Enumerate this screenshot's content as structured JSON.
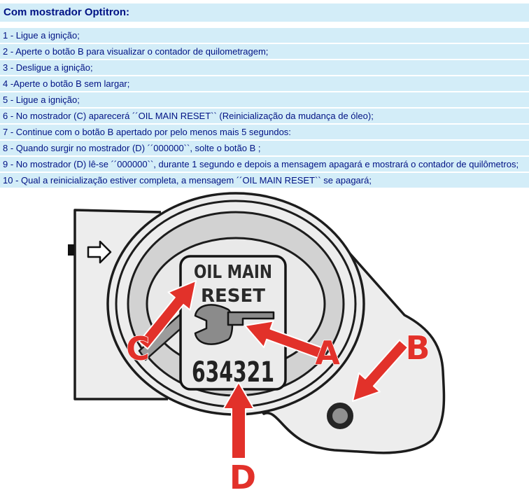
{
  "title": "Com mostrador Optitron:",
  "steps": [
    "1 - Ligue a ignição;",
    "2 - Aperte o botão B para visualizar o contador de quilometragem;",
    "3 - Desligue a ignição;",
    "4 -Aperte o botão B sem largar;",
    "5 - Ligue a ignição;",
    "6 - No mostrador (C) aparecerá ´´OIL MAIN RESET`` (Reinicialização da mudança de óleo);",
    "7 - Continue com o botão B apertado por pelo menos mais 5 segundos:",
    "8 - Quando surgir no mostrador (D) ´´000000``, solte o botão B ;",
    "9 -  No mostrador (D) lê-se ´´000000``, durante 1 segundo e depois a mensagem apagará e mostrará o contador de quilômetros;",
    "10 - Qual a reinicialização estiver completa, a mensagem ´´OIL MAIN RESET`` se apagará;"
  ],
  "diagram": {
    "display_line1": "OIL MAIN",
    "display_line2": "RESET",
    "odometer": "634321",
    "labels": {
      "a": "A",
      "b": "B",
      "c": "C",
      "d": "D"
    },
    "colors": {
      "arrow_red": "#e2312a",
      "band_blue": "#d3edf8",
      "text_navy": "#001284",
      "housing_gray": "#ededed",
      "ring_gray": "#d2d2d2",
      "dial_gray": "#e9e9e9"
    }
  }
}
